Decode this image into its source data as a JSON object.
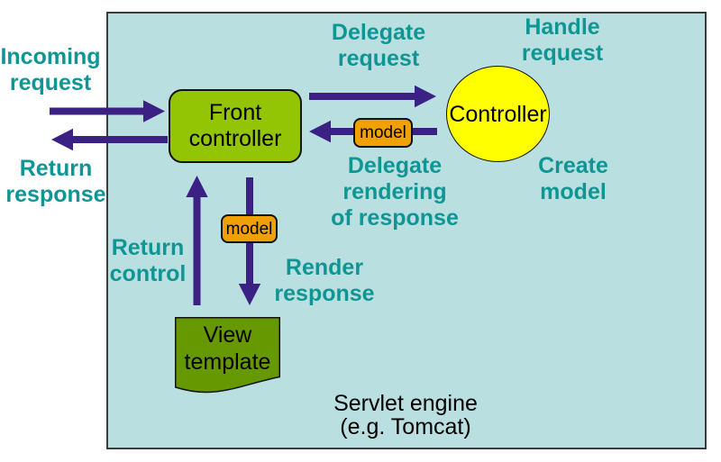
{
  "diagram": {
    "title": "Front controller MVC request flow diagram",
    "colors": {
      "page_background": "#ffffff",
      "engine_box_fill": "#badfe1",
      "engine_box_border": "#3c3c3c",
      "arrow": "#3a2183",
      "flow_label_text": "#0f9694",
      "front_controller_fill": "#94c504",
      "controller_fill": "#ffff00",
      "model_fill": "#f0a000",
      "view_template_fill": "#669900",
      "node_text": "#000000"
    },
    "nodes": {
      "front_controller": {
        "label": "Front\ncontroller"
      },
      "controller": {
        "label": "Controller"
      },
      "model_upper": {
        "label": "model"
      },
      "model_lower": {
        "label": "model"
      },
      "view_template": {
        "label": "View\ntemplate"
      }
    },
    "labels": {
      "incoming_request": "Incoming\nrequest",
      "return_response": "Return\nresponse",
      "delegate_request": "Delegate\nrequest",
      "handle_request": "Handle\nrequest",
      "delegate_rendering": "Delegate\nrendering\nof response",
      "create_model": "Create\nmodel",
      "return_control": "Return\ncontrol",
      "render_response": "Render\nresponse",
      "servlet_engine": "Servlet engine\n(e.g. Tomcat)"
    },
    "arrows": [
      {
        "name": "incoming-request-arrow",
        "direction": "right"
      },
      {
        "name": "return-response-arrow",
        "direction": "left"
      },
      {
        "name": "delegate-request-arrow",
        "direction": "right"
      },
      {
        "name": "delegate-rendering-arrow",
        "direction": "left"
      },
      {
        "name": "return-control-arrow",
        "direction": "up"
      },
      {
        "name": "render-response-arrow",
        "direction": "down"
      }
    ]
  }
}
